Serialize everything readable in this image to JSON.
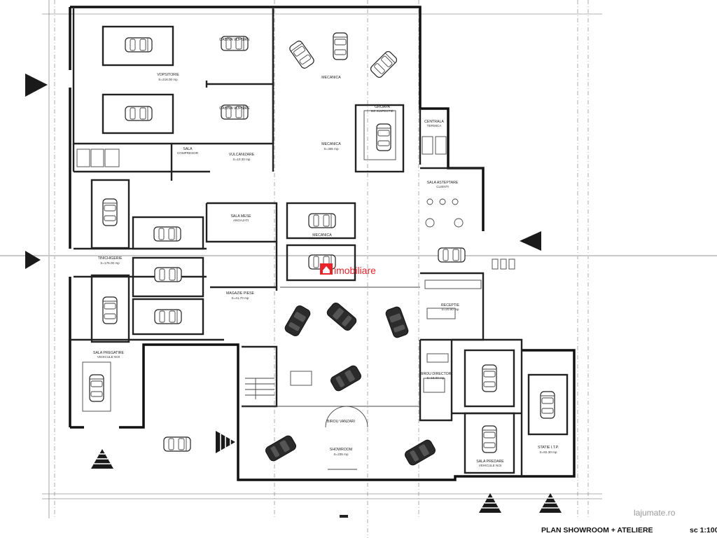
{
  "title": "PLAN SHOWROOM + ATELIERE",
  "scale": "sc 1:100",
  "watermark": {
    "brand": "imobiliare",
    "logo_color": "#e8242a"
  },
  "corner_watermark": "lajumate.ro",
  "rooms": {
    "vopsitorie": {
      "name": "VOPSITORIE",
      "area": "S=218.00 mp"
    },
    "mecanica_top": {
      "name": "MECANICA",
      "area": ""
    },
    "mecanica_mid": {
      "name": "MECANICA",
      "area": "S=305 mp"
    },
    "mecanica_small": {
      "name": "MECANICA",
      "area": ""
    },
    "cabina1": {
      "name": "CABINA VOPSIRE",
      "area": ""
    },
    "cabina2": {
      "name": "CABINA VOPSIRE",
      "area": ""
    },
    "groapa": {
      "name": "GROAPA",
      "area": "DE INSPECTIE"
    },
    "centrala": {
      "name": "CENTRALA",
      "area": "TERMICA"
    },
    "sala_compresor": {
      "name": "SALA",
      "area": "COMPRESOR"
    },
    "vulcanizare": {
      "name": "VULCANIZARE",
      "area": "S=10.30 mp"
    },
    "sala_asteptare": {
      "name": "SALA ASTEPTARE",
      "area": "CLIENTI"
    },
    "sala_mese": {
      "name": "SALA MESE",
      "area": "ANGAJATI"
    },
    "tinichigerie": {
      "name": "TINICHIGERIE",
      "area": "S=176.00 mp"
    },
    "magazie_piese": {
      "name": "MAGAZIE PIESE",
      "area": "S=41.70 mp"
    },
    "receptie": {
      "name": "RECEPTIE",
      "area": "S=20.90 mp"
    },
    "sala_pregatire": {
      "name": "SALA PREGATIRE",
      "area": "VEHICULE NOI"
    },
    "birou_director": {
      "name": "BIROU DIRECTOR",
      "area": "S=18.00 mp"
    },
    "showroom": {
      "name": "SHOWROOM",
      "area": "S=235 mp"
    },
    "sala_predare": {
      "name": "SALA PREDARE",
      "area": "VEHICULE NOI"
    },
    "statie_itp": {
      "name": "STATIE I.T.P.",
      "area": "S=92.30 mp"
    },
    "birou_vanzari": {
      "name": "BIROU VANZARI",
      "area": ""
    }
  }
}
